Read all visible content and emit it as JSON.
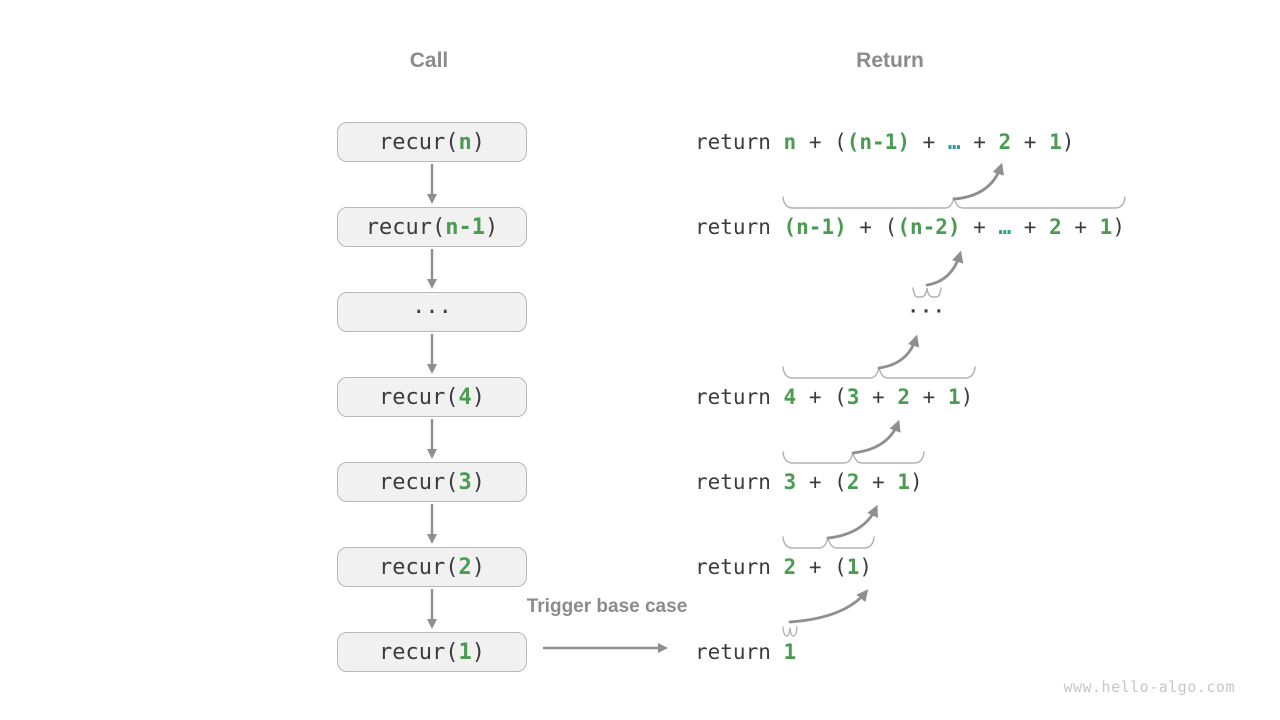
{
  "headers": {
    "call": "Call",
    "return": "Return"
  },
  "trigger": {
    "label": "Trigger base case"
  },
  "watermark": "www.hello-algo.com",
  "colors": {
    "green": "#4b9b51",
    "teal": "#2b9d9e",
    "dark": "#3c3c3c",
    "arrow": "#8f8f8f",
    "header_gray": "#8b8b8b",
    "box_fill": "#f1f1f1",
    "box_border": "#b8b8b8",
    "brace": "#b2b2b2",
    "watermark": "#c6c6c6"
  },
  "call_boxes": [
    {
      "segments": [
        {
          "text": "recur(",
          "color": "dark"
        },
        {
          "text": "n",
          "color": "green"
        },
        {
          "text": ")",
          "color": "dark"
        }
      ]
    },
    {
      "segments": [
        {
          "text": "recur(",
          "color": "dark"
        },
        {
          "text": "n-1",
          "color": "green"
        },
        {
          "text": ")",
          "color": "dark"
        }
      ]
    },
    {
      "segments": [
        {
          "text": "···",
          "color": "dark"
        }
      ]
    },
    {
      "segments": [
        {
          "text": "recur(",
          "color": "dark"
        },
        {
          "text": "4",
          "color": "green"
        },
        {
          "text": ")",
          "color": "dark"
        }
      ]
    },
    {
      "segments": [
        {
          "text": "recur(",
          "color": "dark"
        },
        {
          "text": "3",
          "color": "green"
        },
        {
          "text": ")",
          "color": "dark"
        }
      ]
    },
    {
      "segments": [
        {
          "text": "recur(",
          "color": "dark"
        },
        {
          "text": "2",
          "color": "green"
        },
        {
          "text": ")",
          "color": "dark"
        }
      ]
    },
    {
      "segments": [
        {
          "text": "recur(",
          "color": "dark"
        },
        {
          "text": "1",
          "color": "green"
        },
        {
          "text": ")",
          "color": "dark"
        }
      ]
    }
  ],
  "return_lines": [
    {
      "segments": [
        {
          "text": "return ",
          "color": "dark"
        },
        {
          "text": "n",
          "color": "green"
        },
        {
          "text": " + (",
          "color": "dark"
        },
        {
          "text": "(n-1)",
          "color": "green"
        },
        {
          "text": " + ",
          "color": "dark"
        },
        {
          "text": "…",
          "color": "teal"
        },
        {
          "text": " + ",
          "color": "dark"
        },
        {
          "text": "2",
          "color": "green"
        },
        {
          "text": " + ",
          "color": "dark"
        },
        {
          "text": "1",
          "color": "green"
        },
        {
          "text": ")",
          "color": "dark"
        }
      ]
    },
    {
      "segments": [
        {
          "text": "return ",
          "color": "dark"
        },
        {
          "text": "(n-1)",
          "color": "green"
        },
        {
          "text": " + (",
          "color": "dark"
        },
        {
          "text": "(n-2)",
          "color": "green"
        },
        {
          "text": " + ",
          "color": "dark"
        },
        {
          "text": "…",
          "color": "teal"
        },
        {
          "text": " + ",
          "color": "dark"
        },
        {
          "text": "2",
          "color": "green"
        },
        {
          "text": " + ",
          "color": "dark"
        },
        {
          "text": "1",
          "color": "green"
        },
        {
          "text": ")",
          "color": "dark"
        }
      ]
    },
    {
      "segments": [
        {
          "text": "···",
          "color": "dark"
        }
      ]
    },
    {
      "segments": [
        {
          "text": "return ",
          "color": "dark"
        },
        {
          "text": "4",
          "color": "green"
        },
        {
          "text": " + (",
          "color": "dark"
        },
        {
          "text": "3",
          "color": "green"
        },
        {
          "text": " + ",
          "color": "dark"
        },
        {
          "text": "2",
          "color": "green"
        },
        {
          "text": " + ",
          "color": "dark"
        },
        {
          "text": "1",
          "color": "green"
        },
        {
          "text": ")",
          "color": "dark"
        }
      ]
    },
    {
      "segments": [
        {
          "text": "return ",
          "color": "dark"
        },
        {
          "text": "3",
          "color": "green"
        },
        {
          "text": " + (",
          "color": "dark"
        },
        {
          "text": "2",
          "color": "green"
        },
        {
          "text": " + ",
          "color": "dark"
        },
        {
          "text": "1",
          "color": "green"
        },
        {
          "text": ")",
          "color": "dark"
        }
      ]
    },
    {
      "segments": [
        {
          "text": "return ",
          "color": "dark"
        },
        {
          "text": "2",
          "color": "green"
        },
        {
          "text": " + (",
          "color": "dark"
        },
        {
          "text": "1",
          "color": "green"
        },
        {
          "text": ")",
          "color": "dark"
        }
      ]
    },
    {
      "segments": [
        {
          "text": "return ",
          "color": "dark"
        },
        {
          "text": "1",
          "color": "green"
        }
      ]
    }
  ]
}
